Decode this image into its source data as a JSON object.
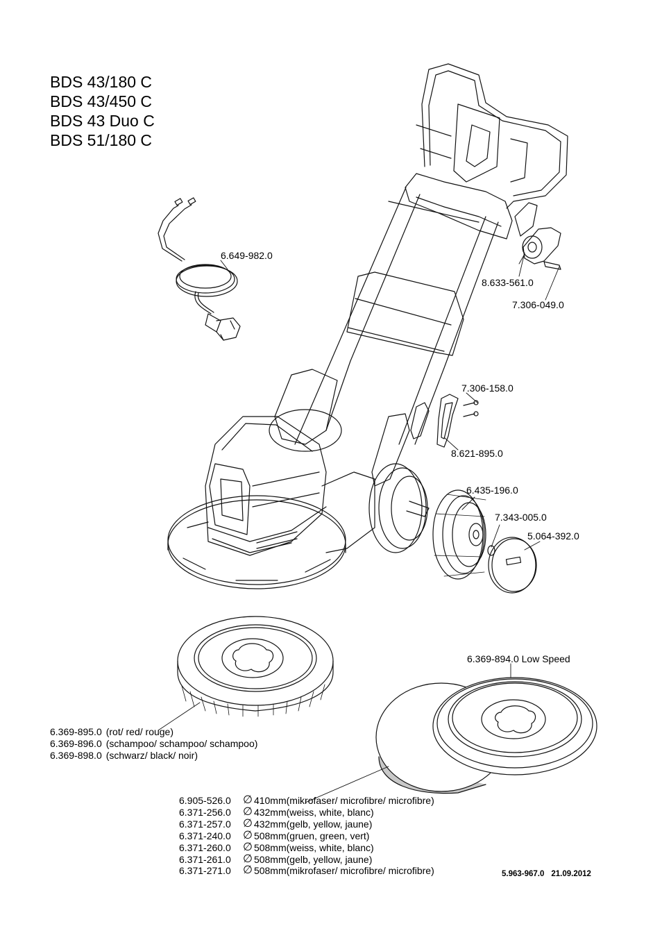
{
  "models": [
    "BDS 43/180 C",
    "BDS 43/450 C",
    "BDS 43 Duo C",
    "BDS 51/180 C"
  ],
  "parts": {
    "cable": "6.649-982.0",
    "clip": "8.633-561.0",
    "clip_screw": "7.306-049.0",
    "holder_screw": "7.306-158.0",
    "holder": "8.621-895.0",
    "wheel": "6.435-196.0",
    "wheel_washer": "7.343-005.0",
    "hub_cap": "5.064-392.0",
    "pad_drive": "6.369-894.0 Low Speed"
  },
  "brushes": [
    {
      "part": "6.369-895.0",
      "desc": "(rot/ red/ rouge)"
    },
    {
      "part": "6.369-896.0",
      "desc": "(schampoo/ schampoo/ schampoo)"
    },
    {
      "part": "6.369-898.0",
      "desc": "(schwarz/ black/ noir)"
    }
  ],
  "diameter_symbol": "∅",
  "pads": [
    {
      "part": "6.905-526.0",
      "desc": "410mm(mikrofaser/ microfibre/ microfibre)"
    },
    {
      "part": "6.371-256.0",
      "desc": "432mm(weiss, white, blanc)"
    },
    {
      "part": "6.371-257.0",
      "desc": "432mm(gelb, yellow, jaune)"
    },
    {
      "part": "6.371-240.0",
      "desc": "508mm(gruen, green, vert)"
    },
    {
      "part": "6.371-260.0",
      "desc": "508mm(weiss, white, blanc)"
    },
    {
      "part": "6.371-261.0",
      "desc": "508mm(gelb, yellow, jaune)"
    },
    {
      "part": "6.371-271.0",
      "desc": "508mm(mikrofaser/ microfibre/ microfibre)"
    }
  ],
  "footer": {
    "doc_number": "5.963-967.0",
    "date": "21.09.2012"
  },
  "colors": {
    "line": "#111111",
    "faint_line": "#888888",
    "pad_shadow": "#c8c8c8"
  }
}
